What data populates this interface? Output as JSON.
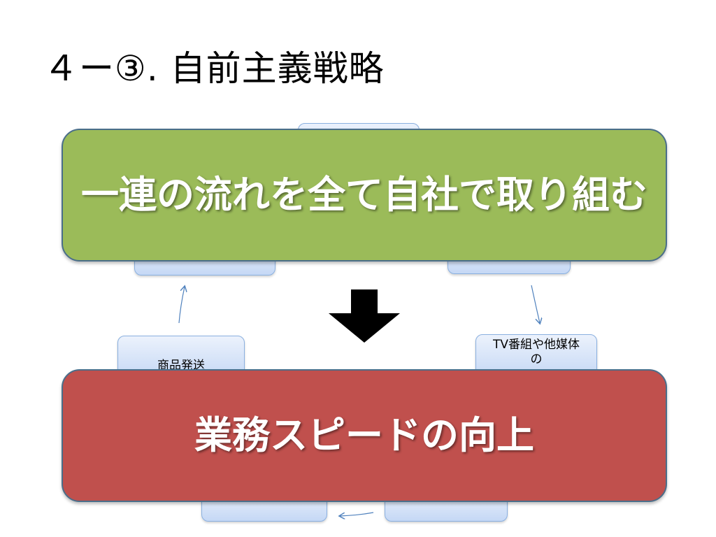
{
  "slide": {
    "title": "４ー③. 自前主義戦略"
  },
  "cycle": {
    "bottom_left_label": "商品発送",
    "right_label": "TV番組や他媒体の"
  },
  "banners": {
    "top_text": "一連の流れを全て自社で取り組む",
    "bottom_text": "業務スピードの向上",
    "top_color": "#9bbb59",
    "bottom_color": "#c0504d"
  },
  "icons": {
    "center_arrow": "down-arrow-icon"
  }
}
